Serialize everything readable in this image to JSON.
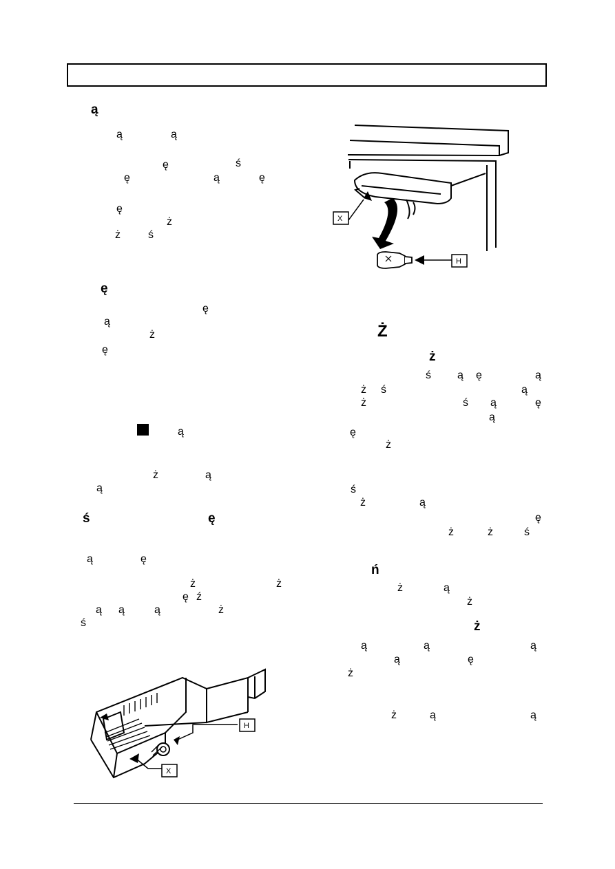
{
  "glyphs": {
    "g1": "ą",
    "g2": "ą",
    "g3": "ą",
    "g4": "ę",
    "g5": "ś",
    "g6": "ę",
    "g7": "ą",
    "g8": "ę",
    "g9": "ę",
    "g10": "ż",
    "g11": "ż",
    "g12": "ś",
    "g13": "ę",
    "g14": "ę",
    "g15": "ą",
    "g16": "ż",
    "g17": "ę",
    "g18": "ą",
    "g19": "ż",
    "g20": "ą",
    "g21": "ą",
    "g22": "ś",
    "g23": "ę",
    "g24": "ą",
    "g25": "ę",
    "g26": "ż",
    "g27": "ż",
    "g28": "ę",
    "g29": "ź",
    "g30": "ą",
    "g31": "ą",
    "g32": "ą",
    "g33": "ż",
    "g34": "ś",
    "r1": "Ż",
    "r2": "ż",
    "r3": "ś",
    "r4": "ą",
    "r5": "ę",
    "r6": "ą",
    "r7": "ż",
    "r8": "ś",
    "r9": "ą",
    "r10": "ż",
    "r11": "ś",
    "r12": "ą",
    "r13": "ę",
    "r14": "ą",
    "r15": "ę",
    "r16": "ż",
    "r17": "ś",
    "r18": "ż",
    "r19": "ą",
    "r20": "ę",
    "r21": "ż",
    "r22": "ż",
    "r23": "ś",
    "r24": "ń",
    "r25": "ż",
    "r26": "ą",
    "r27": "ż",
    "r28": "ż",
    "r29": "ą",
    "r30": "ą",
    "r31": "ą",
    "r32": "ą",
    "r33": "ę",
    "r34": "ż",
    "r35": "ż",
    "r36": "ą",
    "r37": "ą"
  },
  "figure_labels": {
    "top_x": "X",
    "top_h": "H",
    "bottom_h": "H",
    "bottom_x": "X"
  }
}
